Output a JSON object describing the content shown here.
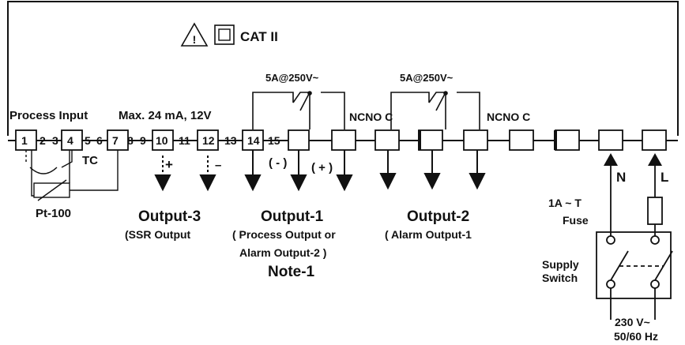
{
  "header": {
    "cat_label": "CAT II",
    "warning_symbol": "!",
    "warning_icon": "warning-triangle-icon",
    "double_insulation_icon": "double-square-icon"
  },
  "labels": {
    "process_input": "Process Input",
    "max_current": "Max. 24 mA, 12V",
    "relay_rating_1": "5A@250V~",
    "relay_rating_2": "5A@250V~",
    "ncnoc_1": "NCNO C",
    "ncnoc_2": "NCNO C",
    "tc": "TC",
    "pt100": "Pt-100",
    "plus_10": "+",
    "minus_12": "–",
    "minus_15": "( - )",
    "plus_16": "( + )",
    "neutral": "N",
    "line": "L",
    "fuse_rating": "1A ~ T",
    "fuse": "Fuse",
    "supply_switch_1": "Supply",
    "supply_switch_2": "Switch",
    "supply_voltage": "230 V~",
    "supply_freq": "50/60 Hz"
  },
  "terminal_numbers": {
    "n1": "1",
    "n2": "2",
    "n3": "3",
    "n4": "4",
    "n5": "5",
    "n6": "6",
    "n7": "7",
    "n8": "8",
    "n9": "9",
    "n10": "10",
    "n11": "11",
    "n12": "12",
    "n13": "13",
    "n14": "14",
    "n15": "15"
  },
  "outputs": {
    "output3": {
      "title": "Output-3",
      "sub": "(SSR Output"
    },
    "output1": {
      "title": "Output-1",
      "sub1": "( Process Output or",
      "sub2": "Alarm Output-2 )",
      "note": "Note-1"
    },
    "output2": {
      "title": "Output-2",
      "sub": "( Alarm Output-1"
    }
  }
}
